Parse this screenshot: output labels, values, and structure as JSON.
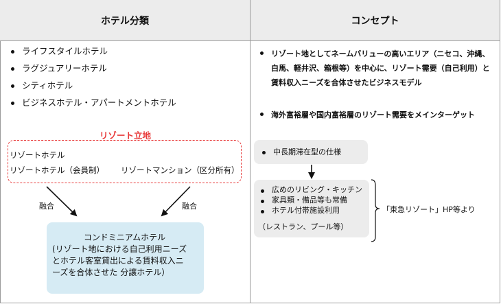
{
  "headers": {
    "left": "ホテル分類",
    "right": "コンセプト"
  },
  "hotel_types": [
    "ライフスタイルホテル",
    "ラグジュアリーホテル",
    "シティホテル",
    "ビジネスホテル・アパートメントホテル"
  ],
  "resort_section": {
    "title": "リゾート立地",
    "item_hotel": "リゾートホテル",
    "item_member": "リゾートホテル（会員制）",
    "item_mansion": "リゾートマンション（区分所有）"
  },
  "fusion_left": "融合",
  "fusion_right": "融合",
  "condo": {
    "title": "コンドミニアムホテル",
    "line1": "(リゾート地における自己利用ニーズ",
    "line2": "とホテル客室貸出による賃料収入ニ",
    "line3": "ーズを合体させた 分譲ホテル）"
  },
  "concepts": [
    "リゾート地としてネームバリューの高いエリア（ニセコ、沖縄、白馬、軽井沢、箱根等）を中心に、リゾート需要（自己利用）と賃料収入ニーズを合体させたビジネスモデル",
    "海外富裕層や国内富裕層のリゾート需要をメインターゲット"
  ],
  "stay_box": "中長期滞在型の仕様",
  "facilities": [
    "広めのリビング・キッチン",
    "家具類・備品等も常備",
    "ホテル付帯施設利用"
  ],
  "facilities_extra": "（レストラン、プール等）",
  "source_note": "「東急リゾート」HP等より",
  "colors": {
    "header_bg": "#ececec",
    "accent_red": "#e83a3a",
    "condo_bg": "#d6ebf4",
    "gray_box": "#ececec"
  }
}
